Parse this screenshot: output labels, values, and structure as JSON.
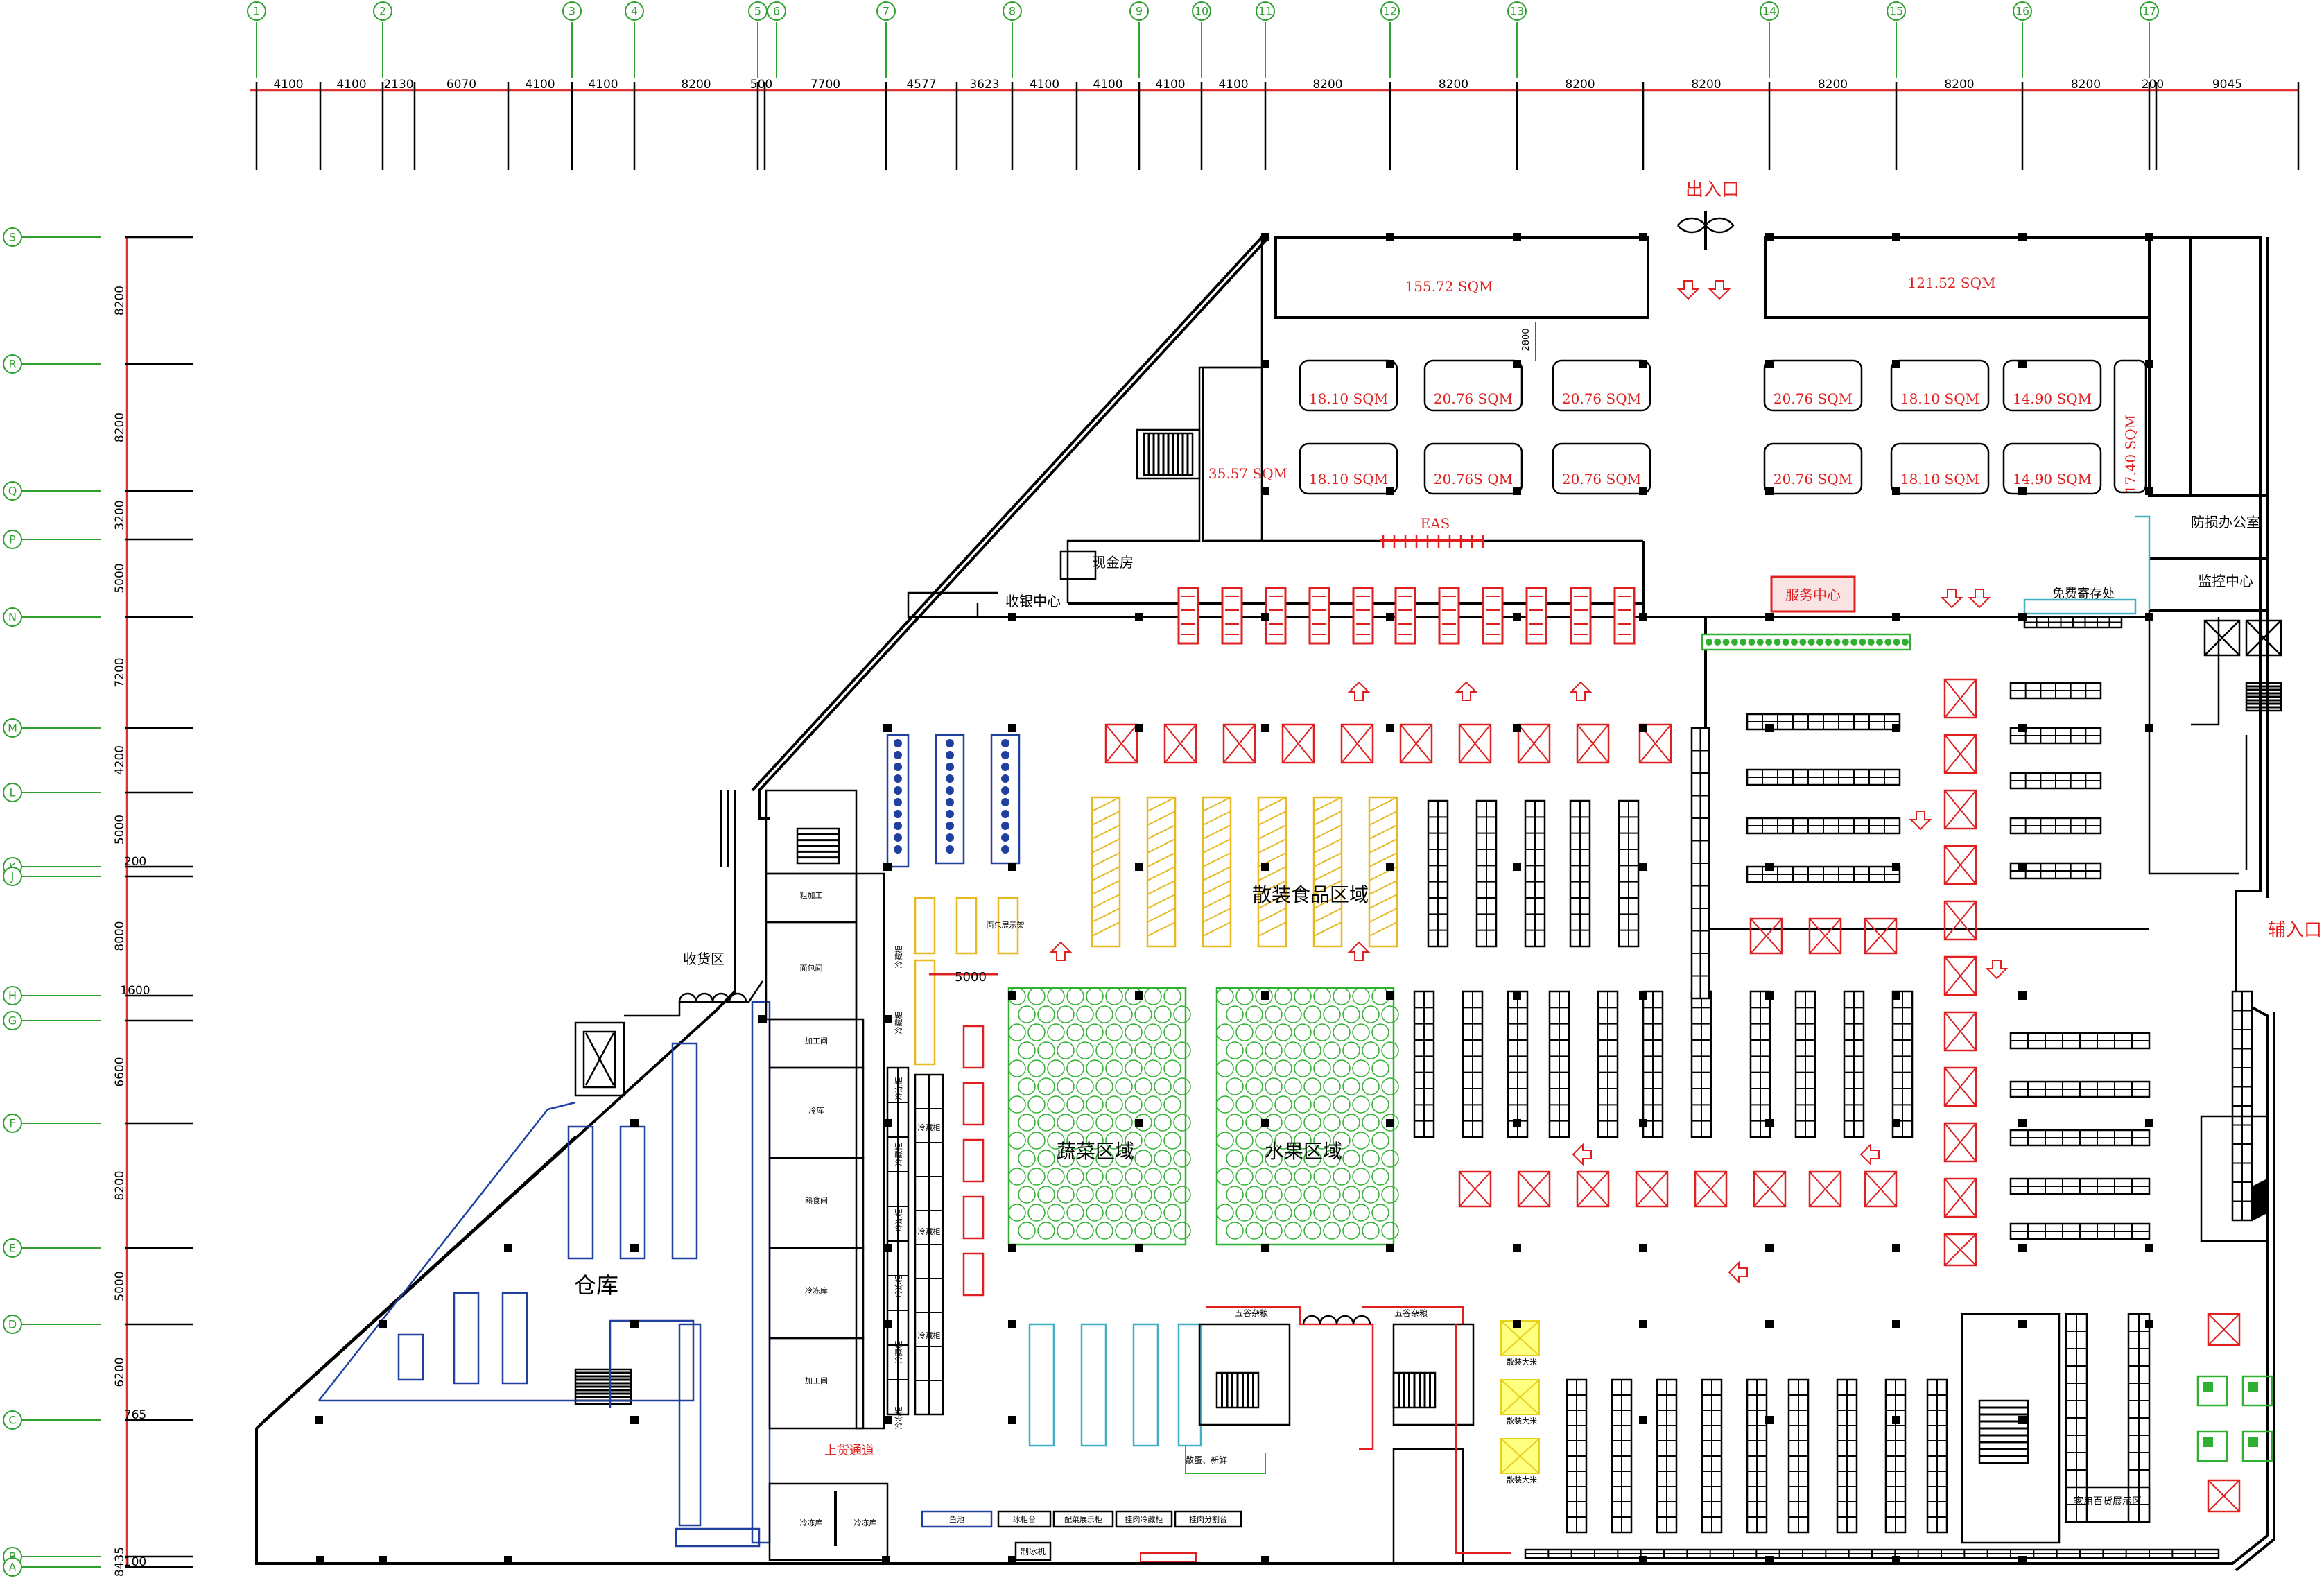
{
  "axes_top": [
    "1",
    "2",
    "3",
    "4",
    "5",
    "6",
    "7",
    "8",
    "9",
    "10",
    "11",
    "12",
    "13",
    "14",
    "15",
    "16",
    "17"
  ],
  "axes_left": [
    "S",
    "R",
    "Q",
    "P",
    "N",
    "M",
    "L",
    "K",
    "J",
    "H",
    "G",
    "F",
    "E",
    "D",
    "C",
    "B",
    "A"
  ],
  "dims_top": [
    "4100",
    "4100",
    "2130",
    "6070",
    "4100",
    "4100",
    "8200",
    "500",
    "7700",
    "4577",
    "3623",
    "4100",
    "4100",
    "4100",
    "4100",
    "8200",
    "8200",
    "8200",
    "8200",
    "8200",
    "8200",
    "8200",
    "200",
    "9045"
  ],
  "dims_left": [
    "8200",
    "8200",
    "3200",
    "5000",
    "7200",
    "4200",
    "5000",
    "200",
    "8000",
    "1600",
    "6600",
    "8200",
    "5000",
    "6200",
    "765",
    "8435",
    "100"
  ],
  "labels": {
    "entrance": "出入口",
    "aux_entrance": "辅入口",
    "area_155": "155.72 SQM",
    "area_121": "121.52 SQM",
    "stalls_row1": [
      "18.10 SQM",
      "20.76 SQM",
      "20.76 SQM",
      "20.76 SQM",
      "18.10 SQM",
      "14.90 SQM"
    ],
    "stalls_row2": [
      "18.10 SQM",
      "20.76S QM",
      "20.76 SQM",
      "20.76 SQM",
      "18.10 SQM",
      "14.90 SQM"
    ],
    "area_35": "35.57 SQM",
    "area_17": "17.40 SQM",
    "dim_2800": "2800",
    "eas": "EAS",
    "cash_room": "现金房",
    "cashier_center": "收银中心",
    "service_center": "服务中心",
    "free_storage": "免费寄存处",
    "loss_office": "防损办公室",
    "monitor_center": "监控中心",
    "bulk_food": "散装食品区域",
    "veg_area": "蔬菜区域",
    "fruit_area": "水果区域",
    "warehouse": "仓库",
    "receiving": "收货区",
    "loading_passage": "上货通道",
    "dim_5000": "5000",
    "grain1": "五谷杂粮",
    "grain2": "五谷杂粮",
    "bulk_rice": [
      "散装大米",
      "散装大米",
      "散装大米"
    ],
    "household": "家用百货展示区",
    "bread_display": "面包展示架",
    "eggs": "散蛋、新鲜",
    "bottom_counters": [
      "鱼池",
      "冰柜台",
      "配菜展示柜",
      "挂肉冷藏柜",
      "挂肉分割台"
    ],
    "ice_machine": "制冰机",
    "freezer_labels": [
      "冷藏柜",
      "冷藏柜",
      "冷藏柜"
    ],
    "back_rooms": [
      "粗加工",
      "面包间",
      "加工间",
      "冷库",
      "熟食间",
      "冷冻库",
      "加工间",
      "加工间",
      "冷冻库"
    ],
    "side_fridges": [
      "冷藏柜",
      "冷藏柜",
      "冷冻柜",
      "冷藏柜",
      "冷冻柜",
      "冷冻柜",
      "冷藏柜",
      "冷冻柜"
    ]
  }
}
